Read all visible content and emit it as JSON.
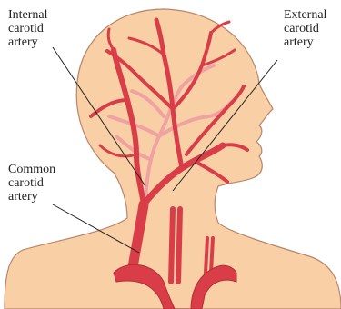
{
  "labels": {
    "internal": [
      "Internal",
      "carotid",
      "artery"
    ],
    "external": [
      "External",
      "carotid",
      "artery"
    ],
    "common": [
      "Common",
      "carotid",
      "artery"
    ]
  },
  "colors": {
    "skin": "#f9cfa6",
    "outline": "#b8866a",
    "artery": "#d93d47",
    "artery_light": "#f0a2a2",
    "leader": "#222222"
  }
}
